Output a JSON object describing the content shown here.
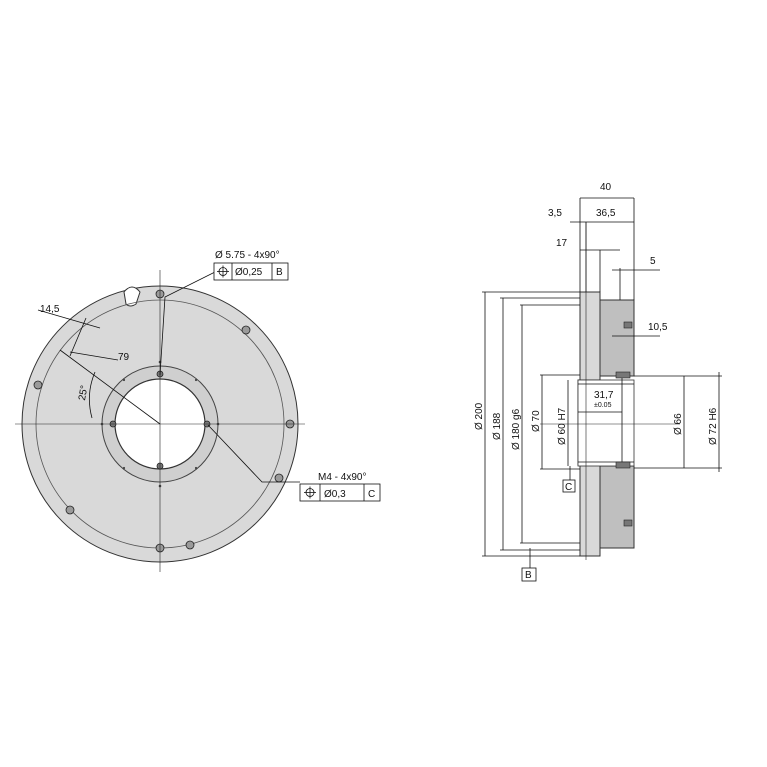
{
  "front_view": {
    "callout_top": {
      "hole_spec": "Ø 5.75 - 4x90°",
      "tolerance": "Ø0,25",
      "datum": "B"
    },
    "callout_bottom": {
      "hole_spec": "M4 - 4x90°",
      "tolerance": "Ø0,3",
      "datum": "C"
    },
    "dim_14_5": "14,5",
    "dim_79": "79",
    "angle_25": "25°"
  },
  "side_view": {
    "dim_40": "40",
    "dim_3_5": "3,5",
    "dim_36_5": "36,5",
    "dim_17": "17",
    "dim_5": "5",
    "dim_10_5": "10,5",
    "dim_31_7": "31,7",
    "dim_31_7_tol": "±0.05",
    "dia_200": "Ø 200",
    "dia_188": "Ø 188",
    "dia_180": "Ø 180 g6",
    "dia_70": "Ø 70",
    "dia_60": "Ø 60 H7",
    "dia_66": "Ø 66",
    "dia_72": "Ø 72 H6",
    "datum_c": "C",
    "datum_b": "B"
  },
  "colors": {
    "part_fill": "#d9d9d9",
    "part_shadow": "#bfbfbf",
    "line": "#111111"
  }
}
